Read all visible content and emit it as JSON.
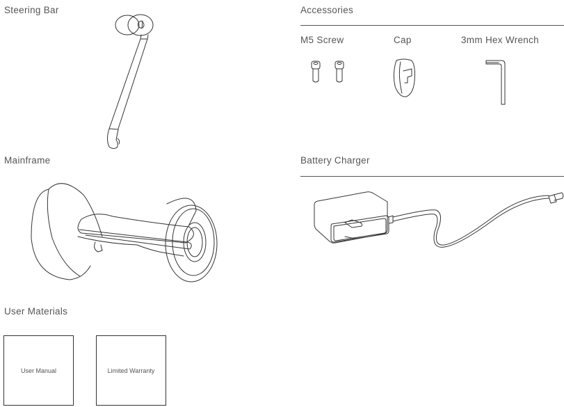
{
  "sections": {
    "steering_bar": {
      "title": "Steering Bar",
      "icon": "steering-bar-illustration"
    },
    "accessories": {
      "title": "Accessories",
      "items": [
        {
          "label": "M5 Screw",
          "icon": "screw-illustration",
          "quantity": 2
        },
        {
          "label": "Cap",
          "icon": "cap-illustration"
        },
        {
          "label": "3mm Hex Wrench",
          "icon": "hex-wrench-illustration"
        }
      ]
    },
    "mainframe": {
      "title": "Mainframe",
      "icon": "self-balancing-scooter-illustration"
    },
    "battery_charger": {
      "title": "Battery Charger",
      "icon": "charger-illustration"
    },
    "user_materials": {
      "title": "User Materials",
      "items": [
        {
          "label": "User Manual"
        },
        {
          "label": "Limited Warranty"
        }
      ]
    }
  },
  "colors": {
    "text": "#555555",
    "line": "#333333",
    "background": "#ffffff"
  }
}
